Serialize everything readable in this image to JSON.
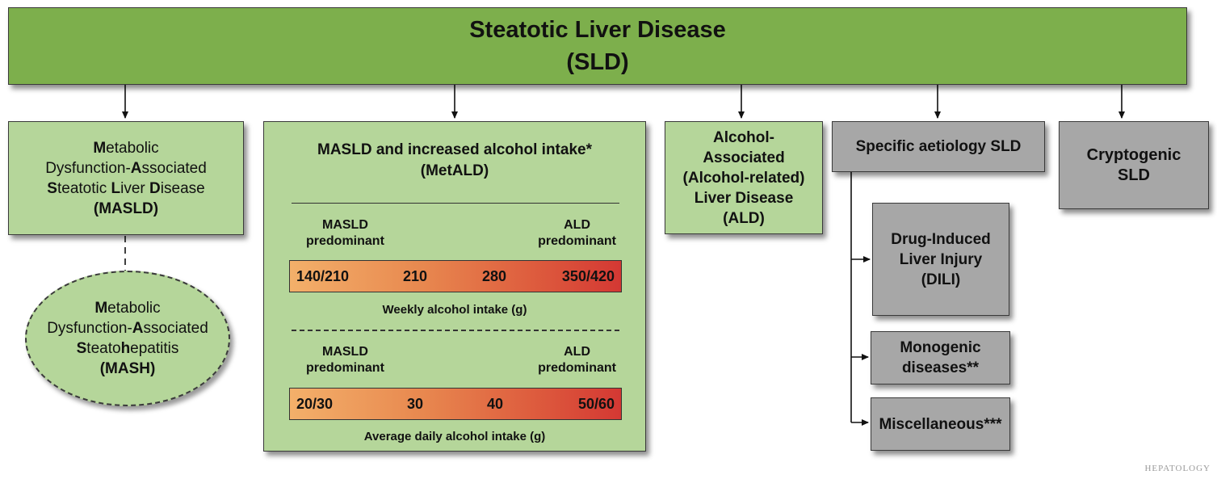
{
  "top": {
    "line1": "Steatotic Liver Disease",
    "line2": "(SLD)"
  },
  "masld": {
    "line1_bold": "M",
    "line1_rest": "etabolic",
    "line2_pre": "Dysfunction-",
    "line2_bold": "A",
    "line2_rest": "ssociated",
    "line3_b1": "S",
    "line3_t1": "teatotic ",
    "line3_b2": "L",
    "line3_t2": "iver ",
    "line3_b3": "D",
    "line3_t3": "isease",
    "abbr": "(MASLD)"
  },
  "mash": {
    "line1_bold": "M",
    "line1_rest": "etabolic",
    "line2_pre": "Dysfunction-",
    "line2_bold": "A",
    "line2_rest": "ssociated",
    "line3_b1": "S",
    "line3_t1": "teato",
    "line3_b2": "h",
    "line3_t2": "epatitis",
    "abbr": "(MASH)"
  },
  "metald": {
    "title": "MASLD and increased alcohol intake*",
    "abbr": "(MetALD)",
    "weekly": {
      "left_label1": "MASLD",
      "left_label2": "predominant",
      "right_label1": "ALD",
      "right_label2": "predominant",
      "values": [
        "140/210",
        "210",
        "280",
        "350/420"
      ],
      "caption": "Weekly alcohol intake (g)"
    },
    "daily": {
      "left_label1": "MASLD",
      "left_label2": "predominant",
      "right_label1": "ALD",
      "right_label2": "predominant",
      "values": [
        "20/30",
        "30",
        "40",
        "50/60"
      ],
      "caption": "Average daily alcohol intake (g)"
    }
  },
  "ald": {
    "lines": [
      "Alcohol-",
      "Associated",
      "(Alcohol-related)",
      "Liver Disease",
      "(ALD)"
    ]
  },
  "specific": {
    "label": "Specific aetiology SLD"
  },
  "crypto": {
    "lines": [
      "Cryptogenic",
      "SLD"
    ]
  },
  "dili": {
    "lines": [
      "Drug-Induced",
      "Liver Injury",
      "(DILI)"
    ]
  },
  "mono": {
    "lines": [
      "Monogenic",
      "diseases**"
    ]
  },
  "misc": {
    "label": "Miscellaneous***"
  },
  "watermark": "HEPATOLOGY",
  "colors": {
    "header_green": "#7daf4c",
    "box_green": "#b5d69a",
    "box_gray": "#a7a7a7",
    "gradient_start": "#f3b06a",
    "gradient_end": "#d43833"
  }
}
